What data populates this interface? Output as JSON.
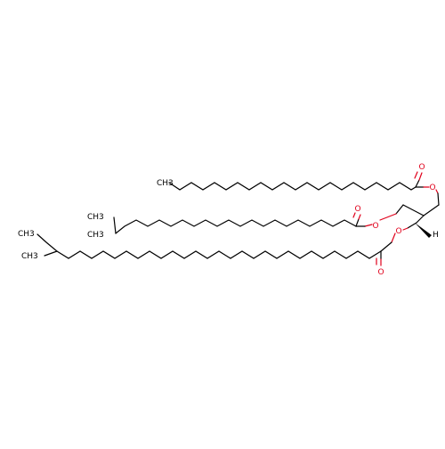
{
  "molecule": {
    "atom_labels": {
      "o_chain1_carbonyl": "O",
      "o_chain1_ester": "O",
      "o_chain2_carbonyl": "O",
      "o_chain2_ester": "O",
      "o_chain3_carbonyl": "O",
      "o_chain3_ester": "O",
      "h_stereo": "H",
      "terminal_ch3_1": "CH3",
      "terminal_ch3_2": "CH3",
      "terminal_ch3_3": "CH3"
    },
    "stereo_bond": "wedge",
    "colors": {
      "carbon": "#000000",
      "oxygen": "#e0001b"
    }
  }
}
